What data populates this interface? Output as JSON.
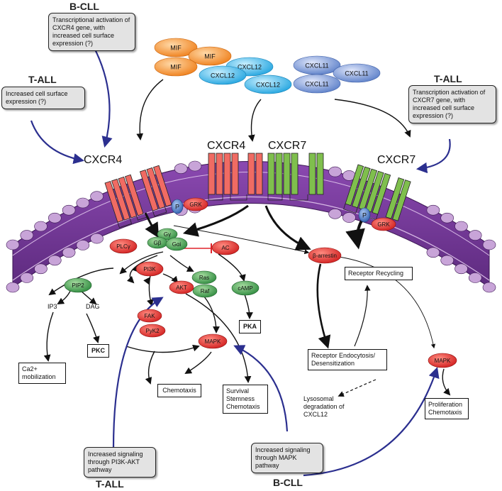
{
  "headers": {
    "bcll_top": "B-CLL",
    "tall_left": "T-ALL",
    "tall_right": "T-ALL",
    "tall_bottom": "T-ALL",
    "bcll_bottom": "B-CLL"
  },
  "notes": {
    "bcll_top": "Transcriptional activation of CXCR4 gene, with increased cell surface expression (?)",
    "tall_left": "Increased cell surface expression (?)",
    "tall_right": "Transcription activation of CXCR7 gene, with increased cell surface expression (?)",
    "pi3k_pathway": "Increased signaling through PI3K-AKT pathway",
    "mapk_pathway": "Increased signaling through MAPK pathway"
  },
  "ligands": {
    "mif": [
      "MIF",
      "MIF",
      "MIF"
    ],
    "cxcl12": [
      "CXCL12",
      "CXCL12",
      "CXCL12"
    ],
    "cxcl11": [
      "CXCL11",
      "CXCL11",
      "CXCL11"
    ]
  },
  "receptors": {
    "cxcr4_left": "CXCR4",
    "cxcr4_mid": "CXCR4",
    "cxcr7_mid": "CXCR7",
    "cxcr7_right": "CXCR7"
  },
  "molecules": {
    "p_left": "P",
    "grk_left": "GRK",
    "p_right": "P",
    "grk_right": "GRK",
    "gamma": "Gγ",
    "beta": "Gβ",
    "alpha": "Gαi",
    "plc": "PLCγ",
    "ac": "AC",
    "arrestin": "β-arrestin",
    "pip2": "PIP2",
    "pi3k": "PI3K",
    "ras": "Ras",
    "raf": "Raf",
    "camp": "cAMP",
    "akt": "AKT",
    "fak": "FAK",
    "pyk2": "PyK2",
    "mapk_center": "MAPK",
    "mapk_right": "MAPK"
  },
  "labels": {
    "ip3": "IP3",
    "dag": "DAG",
    "pkc": "PKC",
    "pka": "PKA",
    "ca": "Ca2+ mobilization",
    "chemotaxis": "Chemotaxis",
    "survival": "Survival Stemness Chemotaxis",
    "recycling": "Receptor Recycling",
    "endocytosis": "Receptor Endocytosis/ Desensitization",
    "lysosomal": "Lysosomal degradation of CXCL12",
    "proliferation": "Proliferation Chemotaxis"
  },
  "colors": {
    "membrane": "#7b3b9e",
    "membrane_light": "#c8a4d8",
    "cxcr4": "#f06b63",
    "cxcr7": "#7fbf4d",
    "mif": "#f08a2c",
    "cxcl12": "#3fb5e8",
    "cxcl11": "#6f8fd0",
    "red_node": "#dd2b2b",
    "green_node": "#3f9d4f",
    "blue_arrow": "#2b2f8f"
  }
}
